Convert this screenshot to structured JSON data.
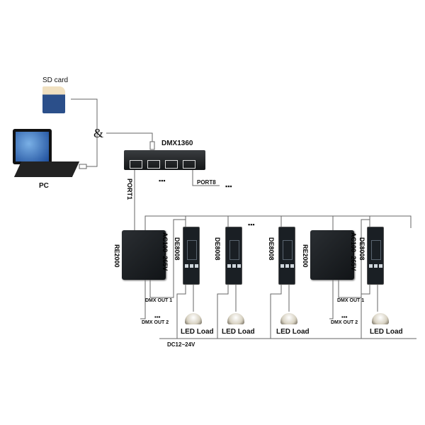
{
  "pc": {
    "sd_label": "SD card",
    "pc_label": "PC",
    "and_symbol": "&"
  },
  "controller": {
    "name": "DMX1360",
    "port1": "PORT1",
    "port8": "PORT8",
    "ellipsis": "▪▪▪"
  },
  "repeaters": [
    {
      "name": "RE2000",
      "power": "AC100~265V",
      "out1": "DMX OUT 1",
      "out2": "DMX OUT 2"
    },
    {
      "name": "RE2000",
      "power": "AC100~265V",
      "out1": "DMX OUT 1",
      "out2": "DMX OUT 2"
    }
  ],
  "decoders": [
    "DE8008",
    "DE8008",
    "DE8008",
    "DE8008"
  ],
  "led_label": "LED Load",
  "dc_label": "DC12~24V",
  "ellipsis": "▪▪▪"
}
